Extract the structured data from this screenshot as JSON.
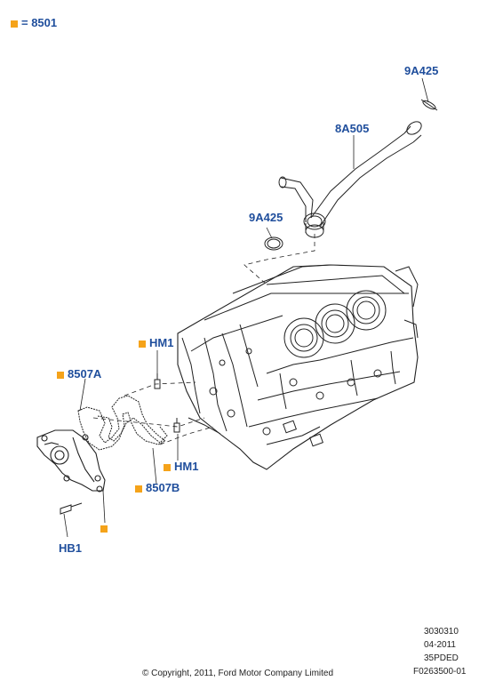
{
  "legend": {
    "marker_color": "#f5a31a",
    "text": "= 8501"
  },
  "callouts": {
    "c1": "9A425",
    "c2": "8A505",
    "c3": "9A425",
    "c4": "HM1",
    "c5": "8507A",
    "c6": "HM1",
    "c7": "8507B",
    "c8": "HB1"
  },
  "footer": {
    "copyright": "© Copyright, 2011, Ford Motor Company Limited",
    "ref1": "3030310",
    "ref2": "04-2011",
    "ref3": "35PDED",
    "ref4": "F0263500-01"
  },
  "colors": {
    "label": "#1f4e9c",
    "line": "#222222",
    "marker": "#f5a31a"
  }
}
